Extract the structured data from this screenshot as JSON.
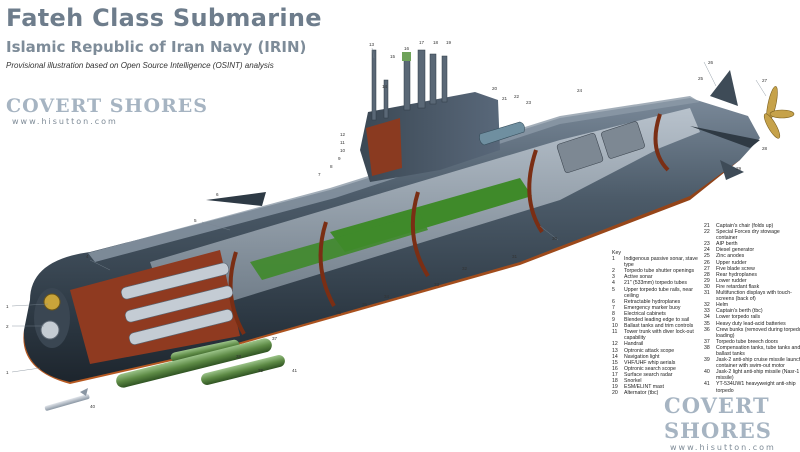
{
  "header": {
    "title": "Fateh Class Submarine",
    "subtitle": "Islamic Republic of Iran Navy (IRIN)",
    "caption": "Provisional illustration based on Open Source Intelligence (OSINT) analysis"
  },
  "branding": {
    "name": "COVERT SHORES",
    "url": "www.hisutton.com"
  },
  "key": {
    "heading": "Key",
    "left_column": [
      {
        "n": "1",
        "label": "Indigenous passive sonar, stave type"
      },
      {
        "n": "2",
        "label": "Torpedo tube shutter openings"
      },
      {
        "n": "3",
        "label": "Active sonar"
      },
      {
        "n": "4",
        "label": "21\" (533mm) torpedo tubes"
      },
      {
        "n": "5",
        "label": "Upper torpedo tube rails, near ceiling"
      },
      {
        "n": "6",
        "label": "Retractable hydroplanes"
      },
      {
        "n": "7",
        "label": "Emergency marker buoy"
      },
      {
        "n": "8",
        "label": "Electrical cabinets"
      },
      {
        "n": "9",
        "label": "Blended leading edge to sail"
      },
      {
        "n": "10",
        "label": "Ballast tanks and trim controls"
      },
      {
        "n": "11",
        "label": "Tower trunk with diver lock-out capability"
      },
      {
        "n": "12",
        "label": "Handrail"
      },
      {
        "n": "13",
        "label": "Optronic attack scope"
      },
      {
        "n": "14",
        "label": "Navigation light"
      },
      {
        "n": "15",
        "label": "VHF/UHF whip aerials"
      },
      {
        "n": "16",
        "label": "Optronic search scope"
      },
      {
        "n": "17",
        "label": "Surface search radar"
      },
      {
        "n": "18",
        "label": "Snorkel"
      },
      {
        "n": "19",
        "label": "ESM/ELINT mast"
      },
      {
        "n": "20",
        "label": "Alternator (tbc)"
      }
    ],
    "right_column": [
      {
        "n": "21",
        "label": "Captain's chair (folds up)"
      },
      {
        "n": "22",
        "label": "Special Forces dry stowage container"
      },
      {
        "n": "23",
        "label": "AIP berth"
      },
      {
        "n": "24",
        "label": "Diesel generator"
      },
      {
        "n": "25",
        "label": "Zinc anodes"
      },
      {
        "n": "26",
        "label": "Upper rudder"
      },
      {
        "n": "27",
        "label": "Five blade screw"
      },
      {
        "n": "28",
        "label": "Rear hydroplanes"
      },
      {
        "n": "29",
        "label": "Lower rudder"
      },
      {
        "n": "30",
        "label": "Fire retardant flask"
      },
      {
        "n": "31",
        "label": "Multifunction displays with touch-screens (back of)"
      },
      {
        "n": "32",
        "label": "Helm"
      },
      {
        "n": "33",
        "label": "Captain's berth (tbc)"
      },
      {
        "n": "34",
        "label": "Lower torpedo rails"
      },
      {
        "n": "35",
        "label": "Heavy duty lead-acid batteries"
      },
      {
        "n": "36",
        "label": "Crew bunks (removed during torpedo loading)"
      },
      {
        "n": "37",
        "label": "Torpedo tube breech doors"
      },
      {
        "n": "38",
        "label": "Compensation tanks, tube tanks and ballast tanks"
      },
      {
        "n": "39",
        "label": "Jask-2 anti-ship cruise missile launch container with swim-out motor"
      },
      {
        "n": "40",
        "label": "Jask-2 light anti-ship missile (Nasr-1 missile)"
      },
      {
        "n": "41",
        "label": "YT-534UW1 heavyweight anti-ship torpedo"
      }
    ]
  },
  "colors": {
    "hull": "#3f4d5a",
    "hull_light": "#6f7f8e",
    "hull_bottom": "#a14b1c",
    "interior_red": "#9a3e22",
    "deck_green": "#3f8a2a",
    "torpedo_green": "#6f9a55",
    "brand": "#a6b4c2"
  }
}
